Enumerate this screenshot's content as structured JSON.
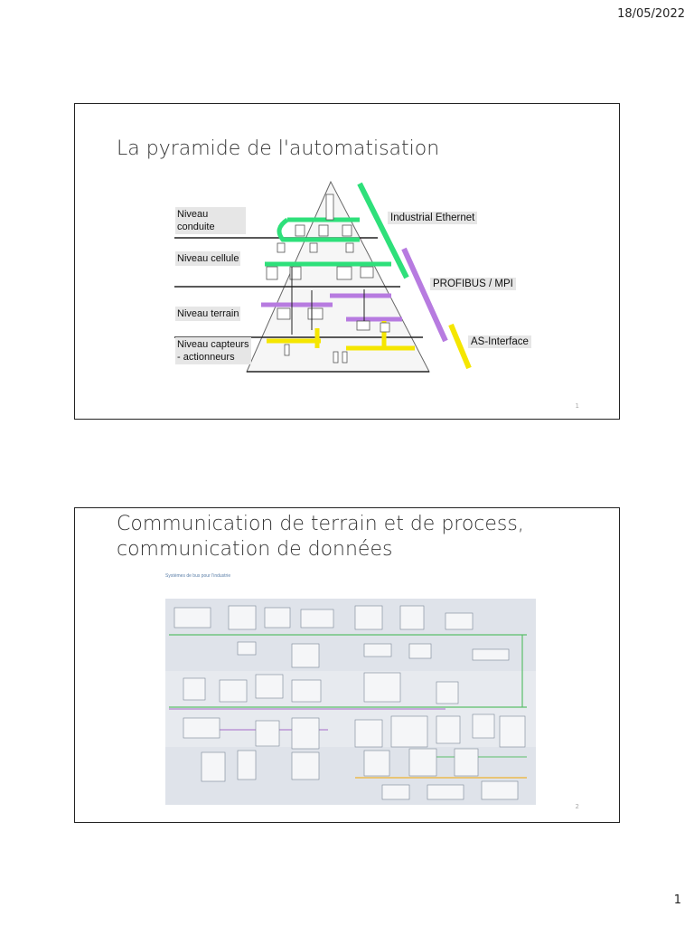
{
  "header": {
    "date": "18/05/2022"
  },
  "footer": {
    "page_number": "1"
  },
  "slides": [
    {
      "title": "La pyramide de l'automatisation",
      "slide_number": "1",
      "levels": [
        "Niveau\nconduite",
        "Niveau cellule",
        "Niveau terrain",
        "Niveau capteurs\n- actionneurs"
      ],
      "networks": [
        {
          "label": "Industrial Ethernet",
          "color": "#2ee07a"
        },
        {
          "label": "PROFIBUS /  MPI",
          "color": "#b77be0"
        },
        {
          "label": "AS-Interface",
          "color": "#f5e600"
        }
      ]
    },
    {
      "title": "Communication de terrain et de process, communication de données",
      "slide_number": "2",
      "diagram_heading": "Systèmes de bus pour l'industrie"
    }
  ],
  "colors": {
    "ethernet": "#2ee07a",
    "profibus": "#b77be0",
    "asi": "#f5e600",
    "diagram_background": "#dfe3ea",
    "profinet_line": "#5bbf6a",
    "profibus_line": "#a46bc8",
    "asi_line": "#f0a400"
  }
}
